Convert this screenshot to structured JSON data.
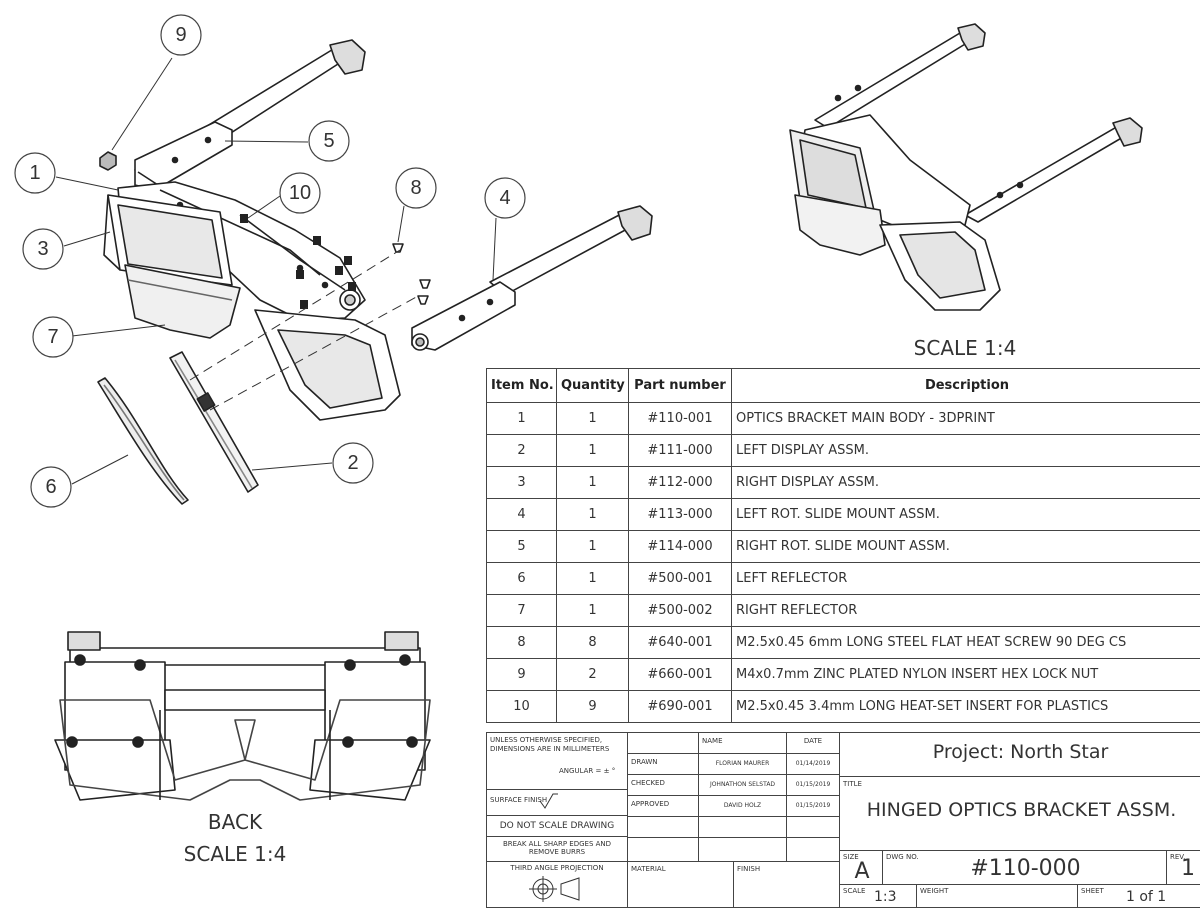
{
  "labels": {
    "top_scale": "SCALE 1:4",
    "back_title": "BACK",
    "back_scale": "SCALE 1:4"
  },
  "balloons": [
    "1",
    "2",
    "3",
    "4",
    "5",
    "6",
    "7",
    "8",
    "9",
    "10"
  ],
  "bom": {
    "headers": [
      "Item No.",
      "Quantity",
      "Part number",
      "Description"
    ],
    "rows": [
      [
        "1",
        "1",
        "#110-001",
        "OPTICS BRACKET MAIN BODY - 3DPRINT"
      ],
      [
        "2",
        "1",
        "#111-000",
        "LEFT DISPLAY ASSM."
      ],
      [
        "3",
        "1",
        "#112-000",
        "RIGHT DISPLAY ASSM."
      ],
      [
        "4",
        "1",
        "#113-000",
        "LEFT ROT. SLIDE MOUNT ASSM."
      ],
      [
        "5",
        "1",
        "#114-000",
        "RIGHT ROT. SLIDE MOUNT ASSM."
      ],
      [
        "6",
        "1",
        "#500-001",
        "LEFT REFLECTOR"
      ],
      [
        "7",
        "1",
        "#500-002",
        "RIGHT REFLECTOR"
      ],
      [
        "8",
        "8",
        "#640-001",
        "M2.5x0.45 6mm LONG STEEL FLAT HEAT SCREW 90 DEG CS"
      ],
      [
        "9",
        "2",
        "#660-001",
        "M4x0.7mm ZINC PLATED NYLON INSERT HEX LOCK NUT"
      ],
      [
        "10",
        "9",
        "#690-001",
        "M2.5x0.45  3.4mm LONG HEAT-SET INSERT FOR PLASTICS"
      ]
    ]
  },
  "title_block": {
    "tolerance_line1": "UNLESS OTHERWISE SPECIFIED,",
    "tolerance_line2": "DIMENSIONS ARE IN MILLIMETERS",
    "angular": "ANGULAR = ± °",
    "surface_finish": "SURFACE FINISH",
    "do_not_scale": "DO NOT SCALE DRAWING",
    "break_edges_1": "BREAK ALL SHARP EDGES AND",
    "break_edges_2": "REMOVE BURRS",
    "projection": "THIRD ANGLE PROJECTION",
    "name_header": "NAME",
    "date_header": "DATE",
    "drawn_label": "DRAWN",
    "drawn_name": "FLORIAN MAURER",
    "drawn_date": "01/14/2019",
    "checked_label": "CHECKED",
    "checked_name": "JOHNATHON SELSTAD",
    "checked_date": "01/15/2019",
    "approved_label": "APPROVED",
    "approved_name": "DAVID HOLZ",
    "approved_date": "01/15/2019",
    "material_label": "MATERIAL",
    "finish_label": "FINISH",
    "project": "Project: North Star",
    "title_label": "TITLE",
    "title": "HINGED OPTICS BRACKET ASSM.",
    "size_label": "SIZE",
    "size": "A",
    "dwg_no_label": "DWG NO.",
    "dwg_no": "#110-000",
    "rev_label": "REV.",
    "rev": "1",
    "scale_label": "SCALE",
    "scale": "1:3",
    "weight_label": "WEIGHT",
    "sheet_label": "SHEET",
    "sheet": "1 of 1"
  }
}
